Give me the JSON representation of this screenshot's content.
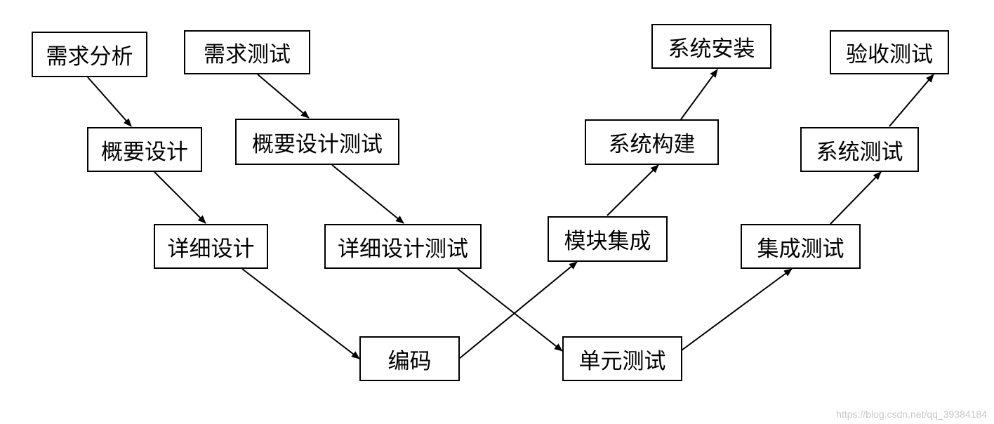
{
  "boxes": {
    "req_analysis": "需求分析",
    "req_test": "需求测试",
    "arch_design": "概要设计",
    "arch_design_test": "概要设计测试",
    "detail_design": "详细设计",
    "detail_design_test": "详细设计测试",
    "coding": "编码",
    "unit_test": "单元测试",
    "module_integration": "模块集成",
    "integration_test": "集成测试",
    "system_build": "系统构建",
    "system_test": "系统测试",
    "system_install": "系统安装",
    "acceptance_test": "验收测试"
  },
  "watermark": "https://blog.csdn.net/qq_39384184",
  "colors": {
    "stroke": "#000000",
    "watermark": "#c8c8c8"
  }
}
